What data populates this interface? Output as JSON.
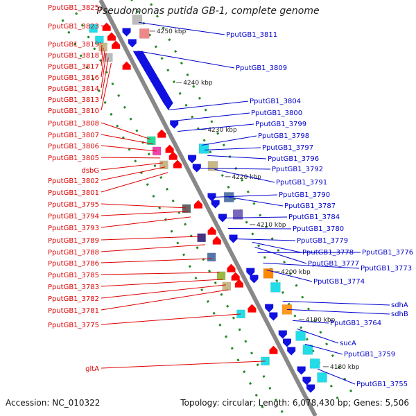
{
  "title": "Pseudomonas putida GB-1, complete genome",
  "footer": {
    "accession": "Accession: NC_010322",
    "info": "Topology: circular; Length: 6,078,430 bp; Genes: 5,506"
  },
  "colors": {
    "left_labels": "#dd0000",
    "right_labels": "#0000cc",
    "backbone": "#888888",
    "forward_genes": "#ff0000",
    "reverse_genes": "#1010e0",
    "cds_cyan": "#22dde8",
    "tick_dots": "#228822"
  },
  "ticks": [
    "4250 kbp",
    "4240 kbp",
    "4230 kbp",
    "4220 kbp",
    "4210 kbp",
    "4200 kbp",
    "4190 kbp",
    "4180 kbp"
  ],
  "left_labels": [
    "PputGB1_3825",
    "PputGB1_3823",
    "PputGB1_3819",
    "PputGB1_3818",
    "PputGB1_3817",
    "PputGB1_3816",
    "PputGB1_3814",
    "PputGB1_3813",
    "PputGB1_3810",
    "PputGB1_3808",
    "PputGB1_3807",
    "PputGB1_3806",
    "PputGB1_3805",
    "dsbG",
    "PputGB1_3802",
    "PputGB1_3801",
    "PputGB1_3795",
    "PputGB1_3794",
    "PputGB1_3793",
    "PputGB1_3789",
    "PputGB1_3788",
    "PputGB1_3786",
    "PputGB1_3785",
    "PputGB1_3783",
    "PputGB1_3782",
    "PputGB1_3781",
    "PputGB1_3775",
    "gltA"
  ],
  "right_labels": [
    "PputGB1_3811",
    "PputGB1_3809",
    "PputGB1_3804",
    "PputGB1_3800",
    "PputGB1_3799",
    "PputGB1_3798",
    "PputGB1_3797",
    "PputGB1_3796",
    "PputGB1_3792",
    "PputGB1_3791",
    "PputGB1_3790",
    "PputGB1_3787",
    "PputGB1_3784",
    "PputGB1_3780",
    "PputGB1_3779",
    "PputGB1_3778",
    "PputGB1_3776",
    "PputGB1_3777",
    "PputGB1_3773",
    "PputGB1_3774",
    "sdhA",
    "sdhB",
    "PputGB1_3764",
    "sucA",
    "PputGB1_3759",
    "PputGB1_3755"
  ]
}
